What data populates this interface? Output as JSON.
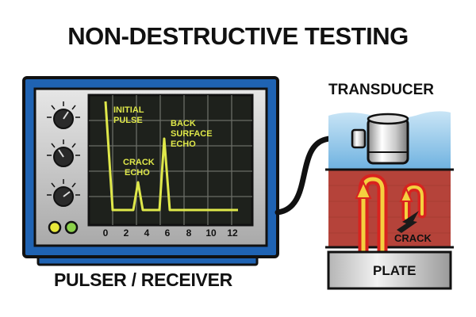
{
  "title": "NON-DESTRUCTIVE TESTING",
  "pulser_receiver": {
    "label": "PULSER / RECEIVER",
    "screen": {
      "x_ticks": [
        "0",
        "2",
        "4",
        "6",
        "8",
        "10",
        "12"
      ],
      "echo_labels": {
        "initial_line1": "INITIAL",
        "initial_line2": "PULSE",
        "crack_line1": "CRACK",
        "crack_line2": "ECHO",
        "back_line1": "BACK",
        "back_line2": "SURFACE",
        "back_line3": "ECHO"
      }
    },
    "knobs": 3,
    "indicator_lights": 2
  },
  "transducer": {
    "label": "TRANSDUCER"
  },
  "plate": {
    "label": "PLATE",
    "crack_label": "CRACK"
  },
  "colors": {
    "frame_blue": "#1f63b3",
    "screen_bg": "#1e211c",
    "trace": "#dfe84a",
    "plate_red": "#b5433a",
    "water_blue": "#8fc6ea",
    "arrow_red": "#d8231f",
    "arrow_yellow": "#f4d03f"
  }
}
